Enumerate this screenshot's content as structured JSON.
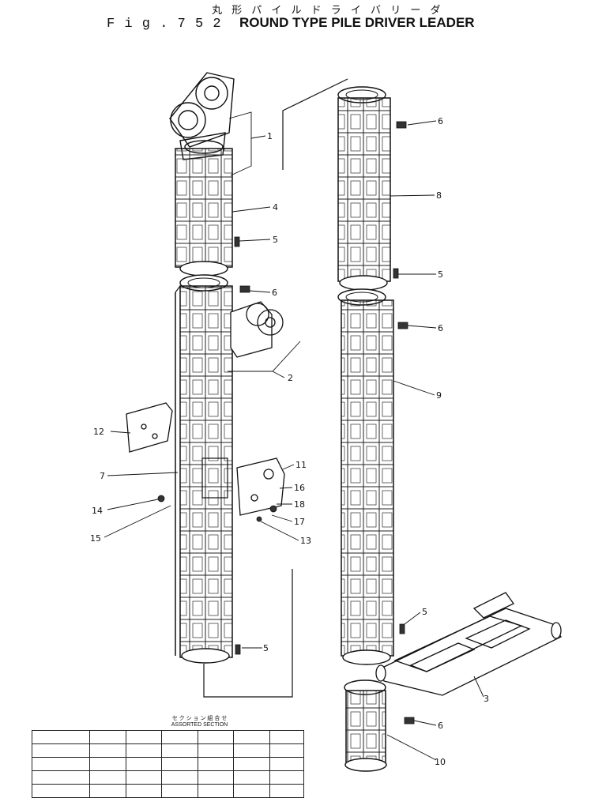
{
  "title_jp": "丸 形 パ イ ル ド ラ イ バ リ ー ダ",
  "fig_prefix": "F i g . 7 5 2",
  "fig_title": "ROUND TYPE PILE DRIVER LEADER",
  "callouts": [
    "1",
    "2",
    "3",
    "4",
    "5",
    "5",
    "5",
    "5",
    "6",
    "6",
    "6",
    "6",
    "7",
    "8",
    "9",
    "10",
    "11",
    "12",
    "13",
    "14",
    "15",
    "16",
    "17",
    "18"
  ],
  "assorted_section": {
    "title_jp": "セ ク シ ョ ン 組 合 せ",
    "title": "ASSORTED SECTION"
  }
}
